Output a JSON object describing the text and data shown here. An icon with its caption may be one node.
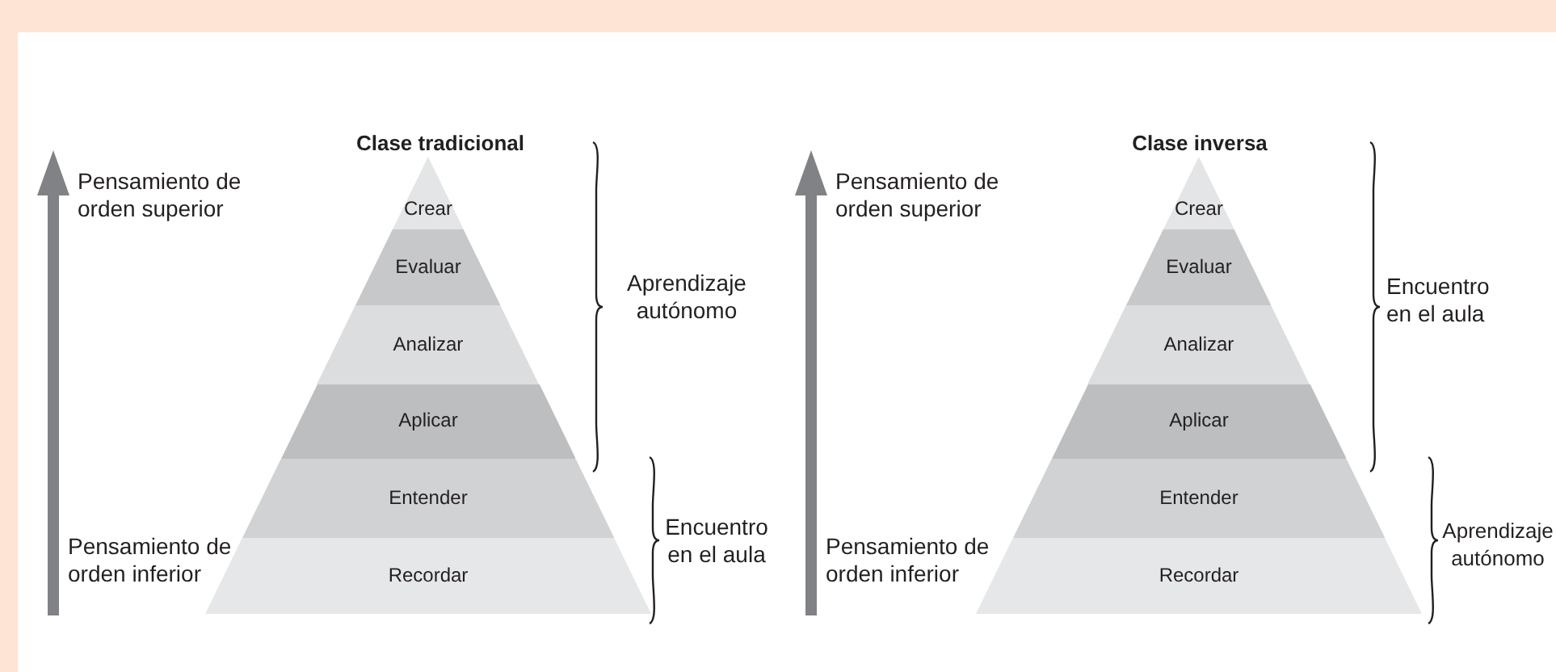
{
  "diagram": {
    "nodes": [
      {
        "text": [
          "Crear"
        ]
      },
      {
        "text": [
          "Evaluar"
        ]
      },
      {
        "text": [
          "Analizar"
        ]
      },
      {
        "text": [
          "Aplicar"
        ]
      },
      {
        "text": [
          "Entender"
        ]
      },
      {
        "text": [
          "Recordar"
        ]
      },
      {
        "text": [
          "Crear"
        ]
      },
      {
        "text": [
          "Evaluar"
        ]
      },
      {
        "text": [
          "Analizar"
        ]
      },
      {
        "text": [
          "Aplicar"
        ]
      },
      {
        "text": [
          "Entender"
        ]
      },
      {
        "text": [
          "Recordar"
        ]
      }
    ],
    "edges": [],
    "labels": [
      "Clase tradicional",
      "Pensamiento de orden superior",
      "Aprendizaje autónomo",
      "Encuentro en el aula",
      "Pensamiento de orden inferior",
      "Clase inversa",
      "Pensamiento de orden superior",
      "Encuentro en el aula",
      "Aprendizaje autónomo",
      "Pensamiento de orden inferior"
    ]
  }
}
